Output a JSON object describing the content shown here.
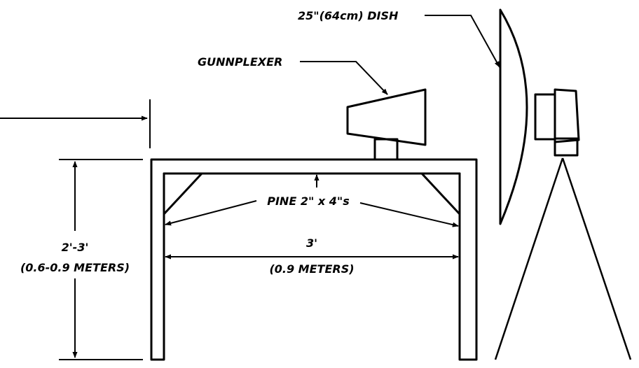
{
  "labels": {
    "dish": "25\"(64cm) DISH",
    "gunnplexer": "GUNNPLEXER",
    "pine": "PINE 2\" x 4\"s",
    "height_ft": "2'-3'",
    "height_m": "(0.6-0.9 METERS)",
    "width_ft": "3'",
    "width_m": "(0.9 METERS)"
  }
}
